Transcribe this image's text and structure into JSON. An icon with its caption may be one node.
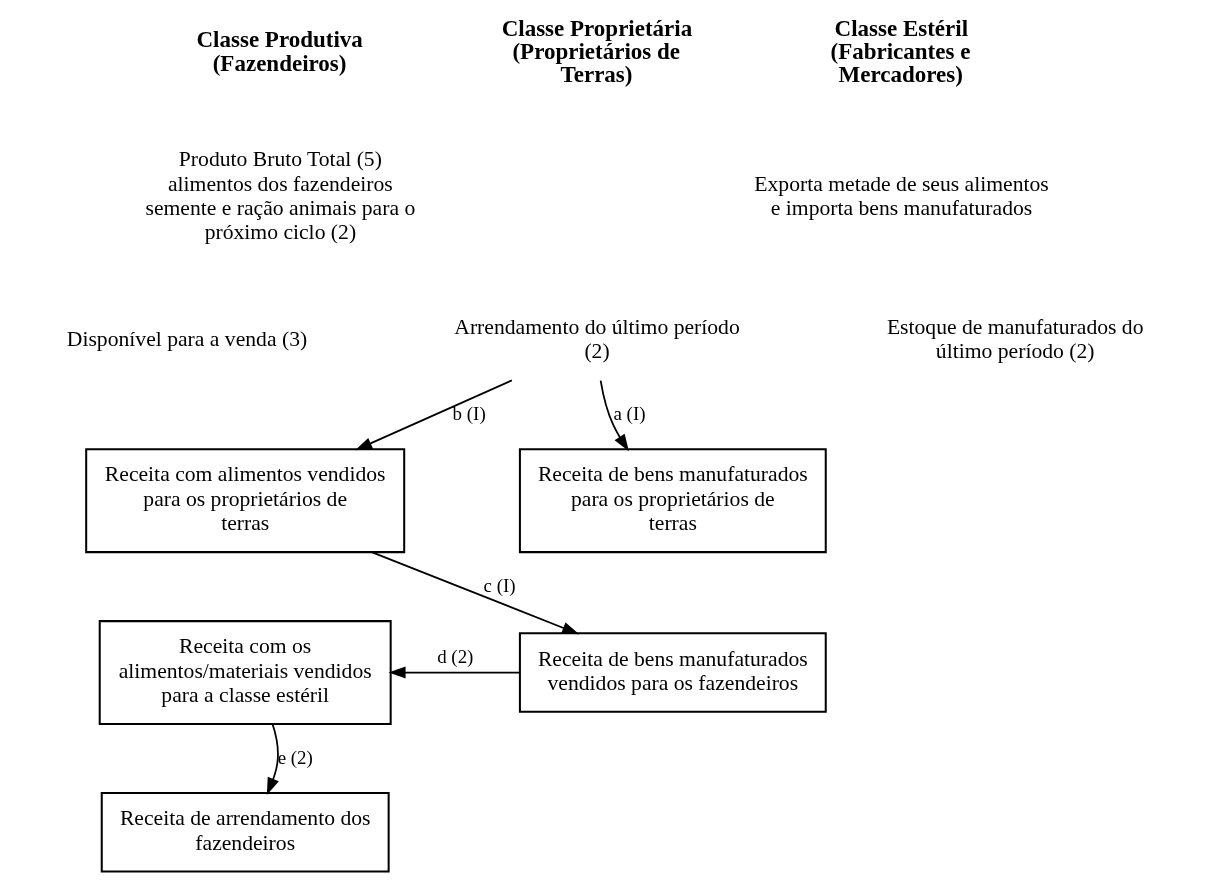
{
  "diagram": {
    "nodes": [
      {
        "text": [
          "Arrendamento do último período (2)"
        ]
      },
      {
        "text": [
          "Receita com alimentos vendidos para os proprietários de terras"
        ]
      },
      {
        "text": [
          "Receita de bens manufaturados para os proprietários de terras"
        ]
      },
      {
        "text": [
          "Receita com os alimentos/materiais vendidos para a classe estéril"
        ]
      },
      {
        "text": [
          "Receita de bens manufaturados vendidos para os fazendeiros"
        ]
      },
      {
        "text": [
          "Receita de arrendamento dos fazendeiros"
        ]
      }
    ],
    "edges": [
      {
        "from": 0,
        "to": 1,
        "arrow": "to",
        "label": "b (I)"
      },
      {
        "from": 0,
        "to": 2,
        "arrow": "to",
        "label": "a (I)"
      },
      {
        "from": 1,
        "to": 4,
        "arrow": "to",
        "label": "c (I)"
      },
      {
        "from": 4,
        "to": 3,
        "arrow": "to",
        "label": "d (2)"
      },
      {
        "from": 3,
        "to": 5,
        "arrow": "to",
        "label": "e (2)"
      }
    ],
    "labels": [
      "Classe Produtiva (Fazendeiros)",
      "Classe Proprietária (Proprietários de Terras)",
      "Classe Estéril (Fabricantes e Mercadores)",
      "Produto Bruto Total (5) alimentos dos fazendeiros semente e ração animais para o próximo ciclo (2)",
      "Exporta metade de seus alimentos e importa bens manufaturados",
      "Disponível para a venda (3)",
      "Estoque de manufaturados do último período (2)"
    ]
  }
}
